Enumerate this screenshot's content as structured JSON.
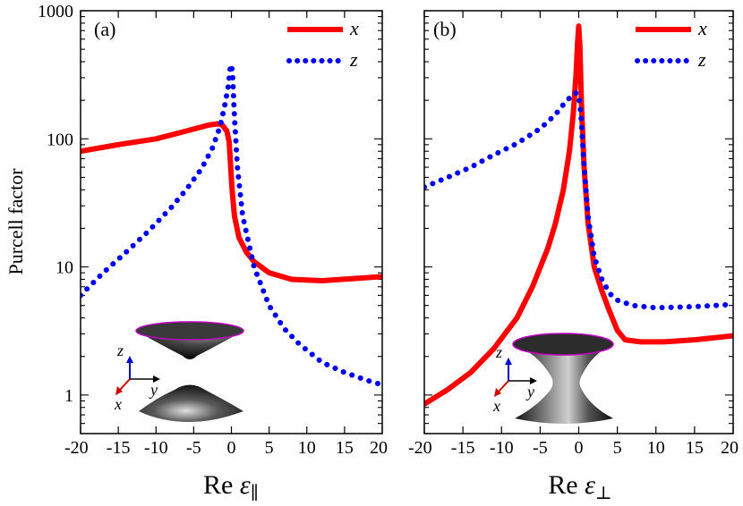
{
  "chart_data": [
    {
      "type": "line",
      "panel_label": "(a)",
      "xlabel_main": "Re ",
      "xlabel_symbol": "ε",
      "xlabel_sub": "∥",
      "ylabel": "Purcell factor",
      "xlim": [
        -20,
        20
      ],
      "ylim": [
        0.5,
        1000
      ],
      "yscale": "log",
      "x_ticks": [
        "-20",
        "-15",
        "-10",
        "-5",
        "0",
        "5",
        "10",
        "15",
        "20"
      ],
      "y_ticks": [
        "1",
        "10",
        "100",
        "1000"
      ],
      "legend_position": "top-right",
      "series": [
        {
          "name": "x",
          "style": "solid",
          "color": "#ff0000",
          "points": [
            [
              -20,
              80
            ],
            [
              -15,
              90
            ],
            [
              -10,
              100
            ],
            [
              -6,
              115
            ],
            [
              -3,
              128
            ],
            [
              -1.8,
              131
            ],
            [
              -1.2,
              128
            ],
            [
              -0.6,
              115
            ],
            [
              -0.3,
              95
            ],
            [
              -0.1,
              60
            ],
            [
              0.1,
              40
            ],
            [
              0.4,
              25
            ],
            [
              1,
              17
            ],
            [
              2,
              13
            ],
            [
              3,
              11
            ],
            [
              5,
              9
            ],
            [
              8,
              8
            ],
            [
              12,
              7.8
            ],
            [
              16,
              8.1
            ],
            [
              20,
              8.4
            ]
          ]
        },
        {
          "name": "z",
          "style": "dotted",
          "color": "#0000ee",
          "points": [
            [
              -20,
              6
            ],
            [
              -17,
              9
            ],
            [
              -14,
              13
            ],
            [
              -11,
              19
            ],
            [
              -8,
              29
            ],
            [
              -6,
              40
            ],
            [
              -4,
              58
            ],
            [
              -2.5,
              85
            ],
            [
              -1.5,
              125
            ],
            [
              -0.9,
              180
            ],
            [
              -0.4,
              260
            ],
            [
              -0.15,
              360
            ],
            [
              0,
              380
            ],
            [
              0.15,
              320
            ],
            [
              0.4,
              150
            ],
            [
              0.8,
              60
            ],
            [
              1.5,
              25
            ],
            [
              3,
              10
            ],
            [
              5,
              5
            ],
            [
              7,
              3.3
            ],
            [
              9,
              2.5
            ],
            [
              12,
              1.8
            ],
            [
              15,
              1.5
            ],
            [
              18,
              1.3
            ],
            [
              20,
              1.2
            ]
          ]
        }
      ],
      "inset_labels": {
        "z": "z",
        "y": "y",
        "x": "x"
      }
    },
    {
      "type": "line",
      "panel_label": "(b)",
      "xlabel_main": "Re ",
      "xlabel_symbol": "ε",
      "xlabel_sub": "⊥",
      "xlim": [
        -20,
        20
      ],
      "ylim": [
        0.5,
        1000
      ],
      "yscale": "log",
      "x_ticks": [
        "-20",
        "-15",
        "-10",
        "-5",
        "0",
        "5",
        "10",
        "15",
        "20"
      ],
      "legend_position": "top-right",
      "series": [
        {
          "name": "x",
          "style": "solid",
          "color": "#ff0000",
          "points": [
            [
              -20,
              0.85
            ],
            [
              -17,
              1.1
            ],
            [
              -14,
              1.5
            ],
            [
              -11,
              2.3
            ],
            [
              -8,
              4
            ],
            [
              -6,
              7
            ],
            [
              -4,
              14
            ],
            [
              -3,
              22
            ],
            [
              -2,
              40
            ],
            [
              -1.2,
              80
            ],
            [
              -0.7,
              160
            ],
            [
              -0.35,
              320
            ],
            [
              -0.15,
              560
            ],
            [
              0,
              760
            ],
            [
              0.15,
              520
            ],
            [
              0.35,
              190
            ],
            [
              0.7,
              60
            ],
            [
              1.2,
              22
            ],
            [
              2,
              10
            ],
            [
              3,
              6.5
            ],
            [
              4,
              4.5
            ],
            [
              5,
              3.2
            ],
            [
              6,
              2.7
            ],
            [
              8,
              2.6
            ],
            [
              11,
              2.6
            ],
            [
              15,
              2.7
            ],
            [
              20,
              2.9
            ]
          ]
        },
        {
          "name": "z",
          "style": "dotted",
          "color": "#0000ee",
          "points": [
            [
              -20,
              42
            ],
            [
              -17,
              50
            ],
            [
              -14,
              60
            ],
            [
              -11,
              75
            ],
            [
              -8,
              92
            ],
            [
              -5,
              120
            ],
            [
              -3,
              155
            ],
            [
              -2,
              185
            ],
            [
              -1,
              215
            ],
            [
              -0.4,
              228
            ],
            [
              0,
              220
            ],
            [
              0.3,
              150
            ],
            [
              0.7,
              60
            ],
            [
              1.2,
              25
            ],
            [
              2,
              12
            ],
            [
              3,
              8
            ],
            [
              4,
              6.2
            ],
            [
              5,
              5.5
            ],
            [
              7,
              5
            ],
            [
              10,
              4.8
            ],
            [
              15,
              4.9
            ],
            [
              20,
              5.1
            ]
          ]
        }
      ],
      "inset_labels": {
        "z": "z",
        "y": "y",
        "x": "x"
      }
    }
  ]
}
